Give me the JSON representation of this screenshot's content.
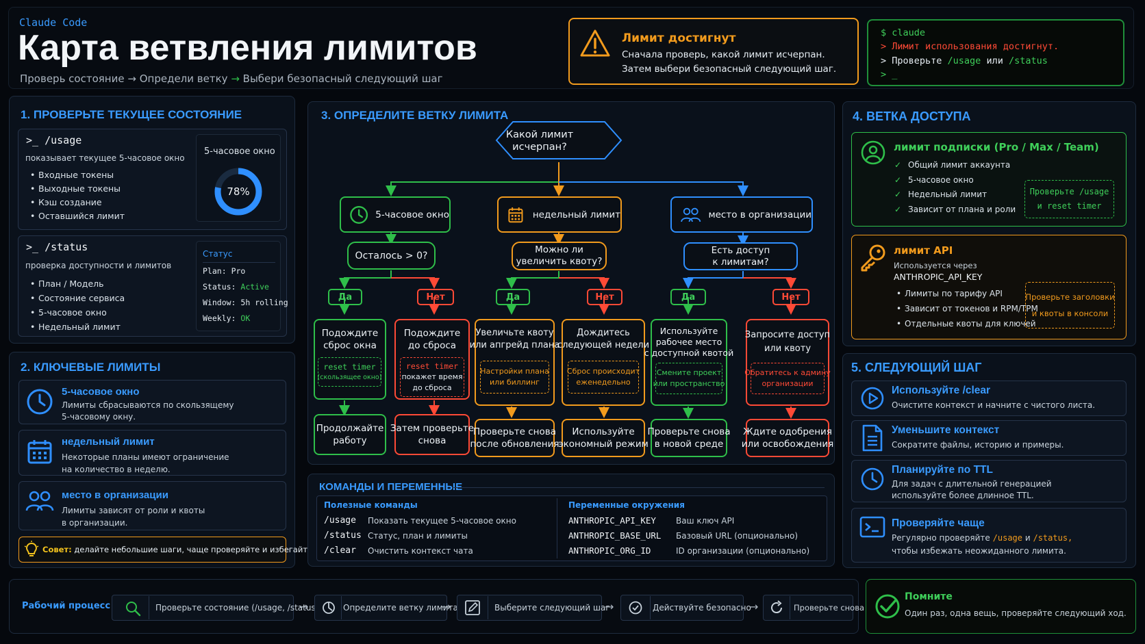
{
  "header": {
    "brand": "Claude Code",
    "title": "Карта ветвления лимитов",
    "steps": [
      "Проверь состояние",
      "Определи ветку",
      "Выбери безопасный следующий шаг"
    ]
  },
  "alert": {
    "title": "Лимит достигнут",
    "line1": "Сначала проверь, какой лимит исчерпан.",
    "line2": "Затем выбери безопасный следующий шаг."
  },
  "terminal": {
    "l1": "$ claude",
    "l2": "> Лимит использования достигнут.",
    "l3a": "> Проверьте",
    "l3b": "/usage",
    "l3c": "или",
    "l3d": "/status",
    "l4": "> _"
  },
  "s1": {
    "title": "1. ПРОВЕРЬТЕ ТЕКУЩЕЕ СОСТОЯНИЕ",
    "usage": {
      "cmd": ">_ /usage",
      "desc": "показывает текущее 5-часовое окно",
      "items": [
        "Входные токены",
        "Выходные токены",
        "Кэш создание",
        "Оставшийся лимит"
      ],
      "gauge_label": "5-часовое окно",
      "gauge_value": "78%",
      "gauge_fraction": 0.78
    },
    "status": {
      "cmd": ">_ /status",
      "desc": "проверка доступности и лимитов",
      "items": [
        "План / Модель",
        "Состояние сервиса",
        "5-часовое окно",
        "Недельный лимит"
      ],
      "head": "Статус",
      "plan_k": "Plan:",
      "plan_v": "Pro",
      "status_k": "Status:",
      "status_v": "Active",
      "window_k": "Window:",
      "window_v": "5h rolling",
      "weekly_k": "Weekly:",
      "weekly_v": "OK"
    }
  },
  "s2": {
    "title": "2. КЛЮЧЕВЫЕ ЛИМИТЫ",
    "items": [
      {
        "title": "5-часовое окно",
        "d1": "Лимиты сбрасываются по скользящему",
        "d2": "5-часовому окну."
      },
      {
        "title": "недельный лимит",
        "d1": "Некоторые планы имеют ограничение",
        "d2": "на количество в неделю."
      },
      {
        "title": "место в организации",
        "d1": "Лимиты зависят от роли и квоты",
        "d2": "в организации."
      }
    ],
    "tip_b": "Совет:",
    "tip": "делайте небольшие шаги, чаще проверяйте и избегайте пиков."
  },
  "s3": {
    "title": "3. ОПРЕДЕЛИТЕ ВЕТКУ ЛИМИТА",
    "root1": "Какой лимит",
    "root2": "исчерпан?",
    "b1": {
      "label": "5-часовое окно",
      "q": "Осталось > 0?",
      "yes": "Да",
      "no": "Нет",
      "y1": "Подождите",
      "y2": "сброс окна",
      "yd1": "reset timer",
      "yd2": "(скользящее окно)",
      "yn1": "Продолжайте",
      "yn2": "работу",
      "n1": "Подождите",
      "n2": "до сброса",
      "nd1": "reset timer",
      "nd2": "покажет время",
      "nd3": "до сброса",
      "nn1": "Затем проверьте",
      "nn2": "снова"
    },
    "b2": {
      "label": "недельный лимит",
      "q1": "Можно ли",
      "q2": "увеличить квоту?",
      "yes": "Да",
      "no": "Нет",
      "y1": "Увеличьте квоту",
      "y2": "или апгрейд плана",
      "yd1": "Настройки плана",
      "yd2": "или биллинг",
      "yn1": "Проверьте снова",
      "yn2": "после обновления",
      "n1": "Дождитесь",
      "n2": "следующей недели",
      "nd1": "Сброс происходит",
      "nd2": "еженедельно",
      "nn1": "Используйте",
      "nn2": "экономный режим"
    },
    "b3": {
      "label": "место в организации",
      "q1": "Есть доступ",
      "q2": "к лимитам?",
      "yes": "Да",
      "no": "Нет",
      "y1": "Используйте",
      "y2": "рабочее место",
      "y3": "с доступной квотой",
      "yd1": "Смените проект",
      "yd2": "или пространство",
      "yn1": "Проверьте снова",
      "yn2": "в новой среде",
      "n1": "Запросите доступ",
      "n2": "или квоту",
      "nd1": "Обратитесь к админу",
      "nd2": "организации",
      "nn1": "Ждите одобрения",
      "nn2": "или освобождения"
    }
  },
  "cmds": {
    "title": "КОМАНДЫ И ПЕРЕМЕННЫЕ",
    "useful": "Полезные команды",
    "rows": [
      {
        "k": "/usage",
        "v": "Показать текущее 5-часовое окно"
      },
      {
        "k": "/status",
        "v": "Статус, план и лимиты"
      },
      {
        "k": "/clear",
        "v": "Очистить контекст чата"
      }
    ],
    "env": "Переменные окружения",
    "erows": [
      {
        "k": "ANTHROPIC_API_KEY",
        "v": "Ваш ключ API"
      },
      {
        "k": "ANTHROPIC_BASE_URL",
        "v": "Базовый URL (опционально)"
      },
      {
        "k": "ANTHROPIC_ORG_ID",
        "v": "ID организации (опционально)"
      }
    ]
  },
  "s4": {
    "title": "4. ВЕТКА ДОСТУПА",
    "sub": {
      "title": "лимит подписки (Pro / Max / Team)",
      "items": [
        "Общий лимит аккаунта",
        "5-часовое окно",
        "Недельный лимит",
        "Зависит от плана и роли"
      ],
      "box1": "Проверьте /usage",
      "box2": "и reset timer"
    },
    "api": {
      "title": "лимит API",
      "d1": "Используется через",
      "d2": "ANTHROPIC_API_KEY",
      "items": [
        "Лимиты по тарифу API",
        "Зависит от токенов и RPM/TPM",
        "Отдельные квоты для ключей"
      ],
      "box1": "Проверьте заголовки",
      "box2": "и квоты в консоли"
    }
  },
  "s5": {
    "title": "5. СЛЕДУЮЩИЙ ШАГ",
    "items": [
      {
        "title": "Используйте /clear",
        "d1": "Очистите контекст и начните с чистого листа.",
        "d2": ""
      },
      {
        "title": "Уменьшите контекст",
        "d1": "Сократите файлы, историю и примеры.",
        "d2": ""
      },
      {
        "title": "Планируйте по TTL",
        "d1": "Для задач с длительной генерацией",
        "d2": "используйте более длинное TTL."
      },
      {
        "title": "Проверяйте чаще",
        "d1a": "Регулярно проверяйте",
        "c1": "/usage",
        "d1b": "и",
        "c2": "/status,",
        "d2": "чтобы избежать неожиданного лимита."
      }
    ]
  },
  "workflow": {
    "title": "Рабочий процесс",
    "steps": [
      "Проверьте состояние (/usage, /status)",
      "Определите ветку лимита",
      "Выберите следующий шаг",
      "Действуйте безопасно",
      "Проверьте снова"
    ]
  },
  "remember": {
    "title": "Помните",
    "text": "Один раз, одна вещь, проверяйте следующий ход."
  }
}
